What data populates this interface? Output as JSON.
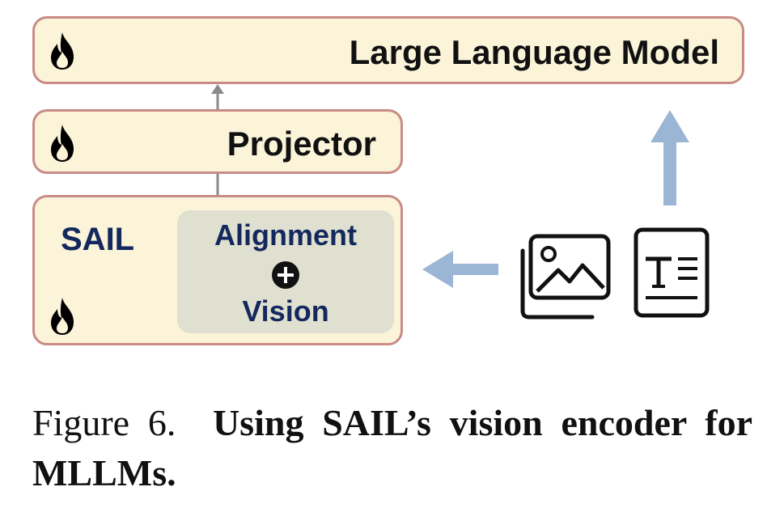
{
  "llm": {
    "title": "Large Language Model"
  },
  "projector": {
    "title": "Projector"
  },
  "sail": {
    "label": "SAIL",
    "inner_top": "Alignment",
    "inner_bottom": "Vision"
  },
  "icons": {
    "flame": "fire-icon",
    "plus": "plus-circle-icon",
    "image": "image-stack-icon",
    "text": "text-document-icon"
  },
  "colors": {
    "box_fill": "#fbf4d9",
    "box_border": "#c98b86",
    "inner_fill": "#dfe0d0",
    "navy_text": "#14285e",
    "arrow_blue": "#9bb6d4",
    "arrow_gray": "#8a8a8a"
  },
  "caption": {
    "prefix": "Figure 6.",
    "bold_text": "Using SAIL’s vision encoder for MLLMs."
  }
}
